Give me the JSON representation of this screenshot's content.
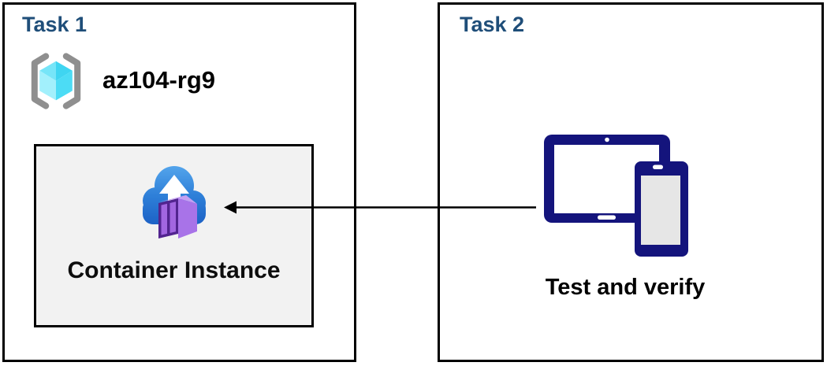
{
  "task1": {
    "title": "Task 1",
    "resource_group": {
      "name": "az104-rg9",
      "icon": "resource-group-icon"
    },
    "container_box": {
      "label": "Container Instance",
      "icon": "container-instance-icon"
    }
  },
  "task2": {
    "title": "Task 2",
    "caption": "Test and verify",
    "icon": "tablet-phone-icon"
  },
  "connector": {
    "type": "arrow-left-icon",
    "from": "tablet-phone-icon",
    "to": "container-instance-icon"
  },
  "colors": {
    "task_title_blue": "#1F4E79",
    "box_border": "#000000",
    "inner_box_bg": "#F2F2F2",
    "bracket_gray": "#8F8F8F",
    "cube_cyan_light": "#A2F0FC",
    "cube_cyan": "#50DDF5",
    "cube_cyan_dark": "#3FD5F1",
    "cloud_blue_top": "#54A5EC",
    "cloud_blue_bottom": "#1B5FC4",
    "container_purple": "#A266E0",
    "container_purple_dark": "#52248F",
    "container_purple_light": "#C4A0F2",
    "device_navy": "#14147C",
    "phone_screen_gray": "#E6E6E6",
    "arrow_black": "#000000"
  }
}
